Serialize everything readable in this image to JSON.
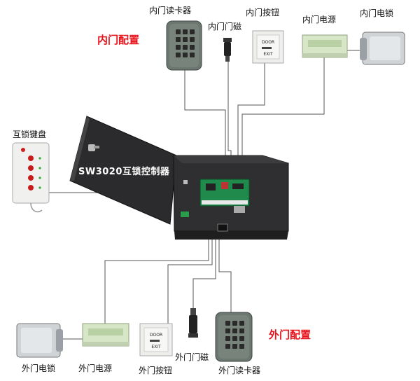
{
  "labels": {
    "inner_reader": "内门读卡器",
    "inner_magnet": "内门门磁",
    "inner_button": "内门按钮",
    "inner_power": "内门电源",
    "inner_lock": "内门电锁",
    "inner_config": "内门配置",
    "keyboard": "互锁键盘",
    "controller": "SW3020互锁控制器",
    "outer_lock": "外门电锁",
    "outer_power": "外门电源",
    "outer_button": "外门按钮",
    "outer_magnet": "外门门磁",
    "outer_reader": "外门读卡器",
    "outer_config": "外门配置"
  },
  "button_panel": {
    "top": "DOOR",
    "bottom": "EXIT"
  },
  "colors": {
    "config_red": "#e8141c",
    "box": "#2f2f31",
    "pcb": "#1f8a4c",
    "reader": "#6b7770",
    "power_supply": "#d8e6c8"
  }
}
